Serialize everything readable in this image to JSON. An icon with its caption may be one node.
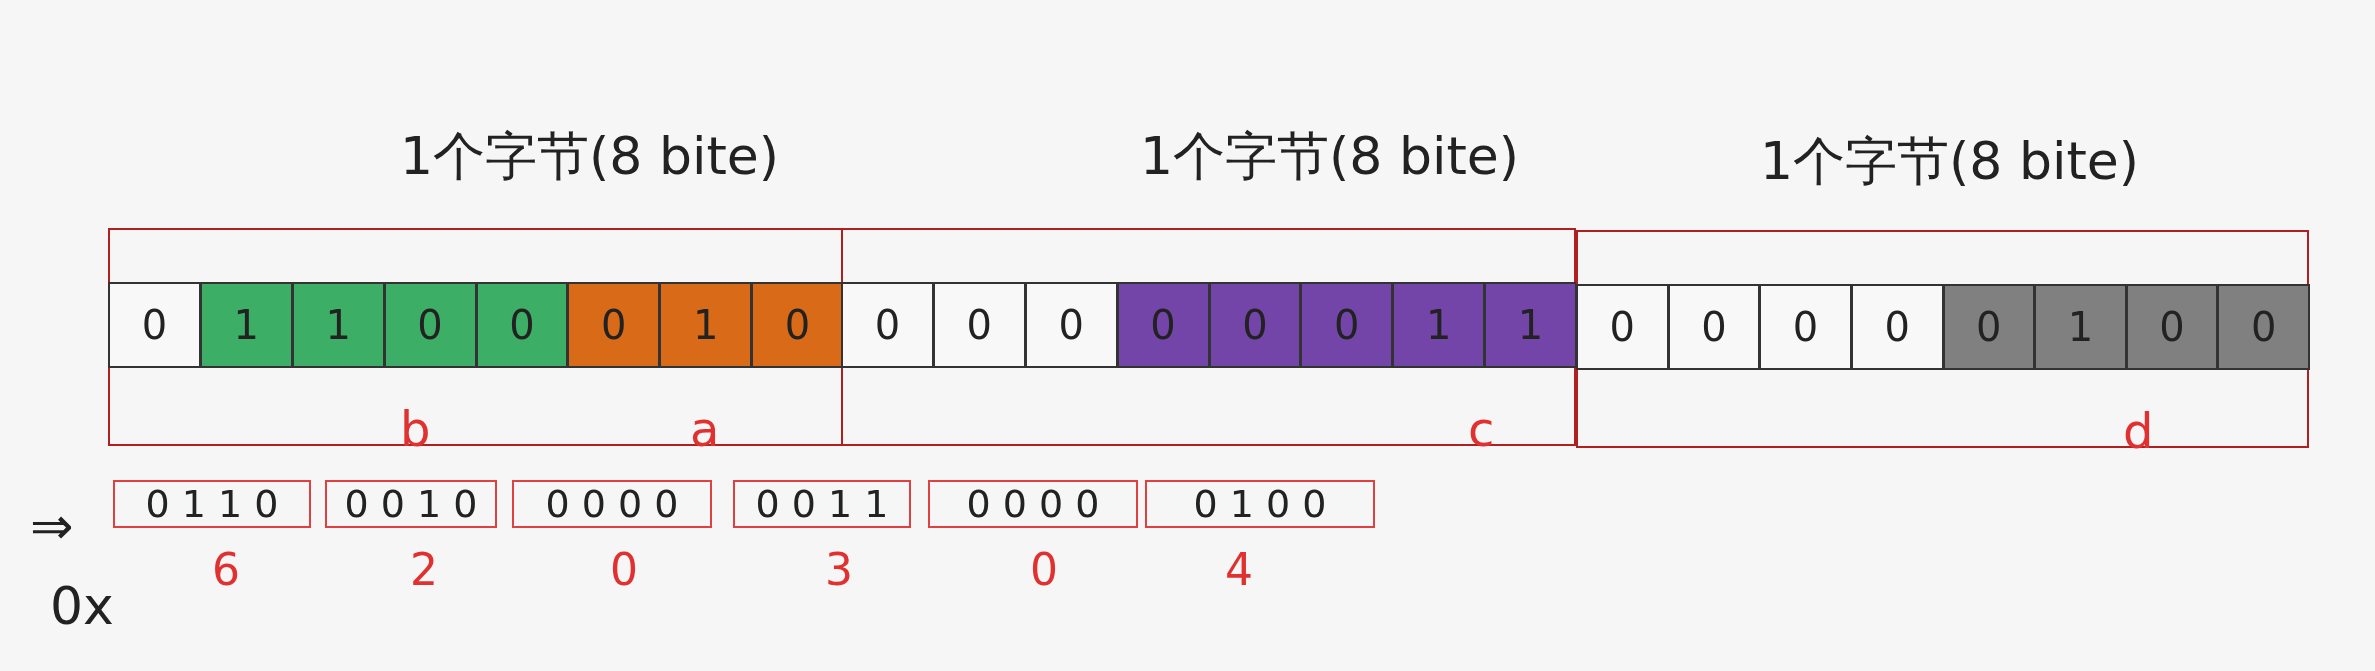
{
  "diagram": {
    "nodes": [
      {
        "text": [
          "b",
          "a"
        ]
      },
      {
        "text": [
          "0"
        ],
        "in": 0
      },
      {
        "text": [
          "1"
        ],
        "in": 0
      },
      {
        "text": [
          "1"
        ],
        "in": 0
      },
      {
        "text": [
          "0"
        ],
        "in": 0
      },
      {
        "text": [
          "0"
        ],
        "in": 0
      },
      {
        "text": [
          "0"
        ],
        "in": 0
      },
      {
        "text": [
          "1"
        ],
        "in": 0
      },
      {
        "text": [
          "0"
        ],
        "in": 0
      },
      {
        "text": [
          "c"
        ]
      },
      {
        "text": [
          "0"
        ],
        "in": 9
      },
      {
        "text": [
          "0"
        ],
        "in": 9
      },
      {
        "text": [
          "0"
        ],
        "in": 9
      },
      {
        "text": [
          "0"
        ],
        "in": 9
      },
      {
        "text": [
          "0"
        ],
        "in": 9
      },
      {
        "text": [
          "0"
        ],
        "in": 9
      },
      {
        "text": [
          "1"
        ],
        "in": 9
      },
      {
        "text": [
          "1"
        ],
        "in": 9
      },
      {
        "text": [
          "d"
        ]
      },
      {
        "text": [
          "0"
        ],
        "in": 18
      },
      {
        "text": [
          "0"
        ],
        "in": 18
      },
      {
        "text": [
          "0"
        ],
        "in": 18
      },
      {
        "text": [
          "0"
        ],
        "in": 18
      },
      {
        "text": [
          "0"
        ],
        "in": 18
      },
      {
        "text": [
          "1"
        ],
        "in": 18
      },
      {
        "text": [
          "0"
        ],
        "in": 18
      },
      {
        "text": [
          "0"
        ],
        "in": 18
      },
      {
        "text": [
          "0 1 1 0"
        ],
        "beside": [
          "6"
        ]
      },
      {
        "text": [
          "0 0 1 0"
        ],
        "beside": [
          "2"
        ]
      },
      {
        "text": [
          "0 0 0 0"
        ],
        "beside": [
          "0"
        ]
      },
      {
        "text": [
          "0 0 1 1"
        ],
        "beside": [
          "3"
        ]
      },
      {
        "text": [
          "0 0 0 0"
        ],
        "beside": [
          "0"
        ]
      },
      {
        "text": [
          "0 1 0 0"
        ],
        "beside": [
          "4"
        ]
      }
    ],
    "labels": [
      "1个字节(8 bite)",
      "1个字节(8 bite)",
      "1个字节(8 bite)",
      "⇒",
      "0x"
    ]
  }
}
